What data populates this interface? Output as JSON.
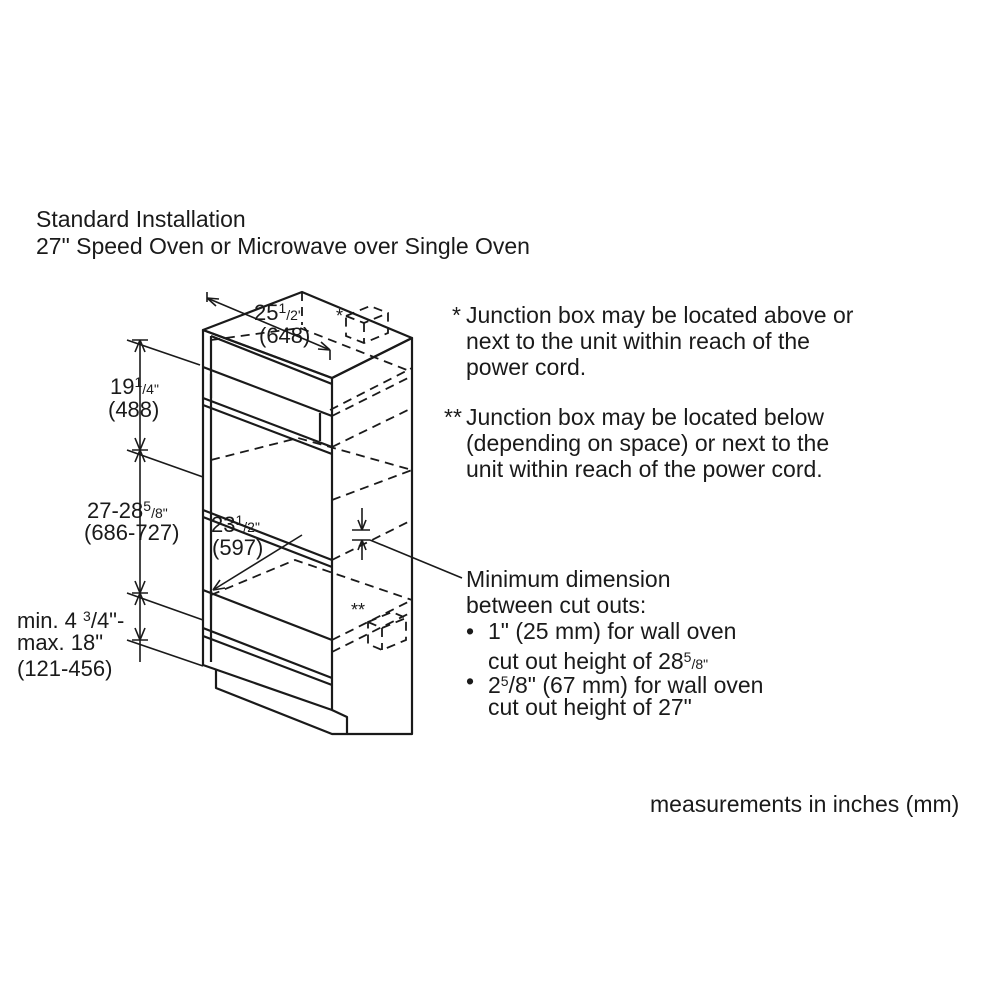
{
  "title": "Standard Installation",
  "subtitle": "27\" Speed Oven or Microwave over Single Oven",
  "note_single": {
    "marker": "*",
    "lines": [
      "Junction box may be located above or",
      "next to the unit within reach of the",
      "power cord."
    ]
  },
  "note_double": {
    "marker": "**",
    "lines": [
      "Junction box may be located below",
      "(depending on space) or next to the",
      "unit within reach of the power cord."
    ]
  },
  "min_dimension": {
    "heading": [
      "Minimum dimension",
      "between cut outs:"
    ],
    "bullet_char": "•",
    "b1_line1": "1\" (25 mm) for wall oven",
    "b1_line2_pre": "cut out height of 28",
    "b1_line2_sup": "5",
    "b1_line2_sub": "/8\"",
    "b2_pre": "2",
    "b2_sup": "5",
    "b2_post": "/8\" (67 mm) for wall oven",
    "b2_line2": "cut out height of 27\""
  },
  "dims": {
    "width": {
      "whole": "25",
      "sup": "1",
      "sub": "/2\"",
      "mm": "(648)"
    },
    "top_height": {
      "whole": "19",
      "sup": "1",
      "sub": "/4\"",
      "mm": "(488)"
    },
    "middle_height": {
      "whole": "27-28",
      "sup": "5",
      "sub": "/8\"",
      "mm": "(686-727)"
    },
    "depth": {
      "whole": "23",
      "sup": "1",
      "sub": "/2\"",
      "mm": "(597)"
    },
    "bottom_height": {
      "l1_pre": "min. 4 ",
      "l1_sup": "3",
      "l1_post": "/4\"-",
      "l2": "max. 18\"",
      "l3": "(121-456)"
    }
  },
  "junction_marks": {
    "top": "*",
    "bottom": "**"
  },
  "footer": "measurements in inches (mm)",
  "colors": {
    "line": "#1a1a1a",
    "background": "#ffffff"
  },
  "icons": [
    "junction-box-icon",
    "junction-box-icon"
  ]
}
